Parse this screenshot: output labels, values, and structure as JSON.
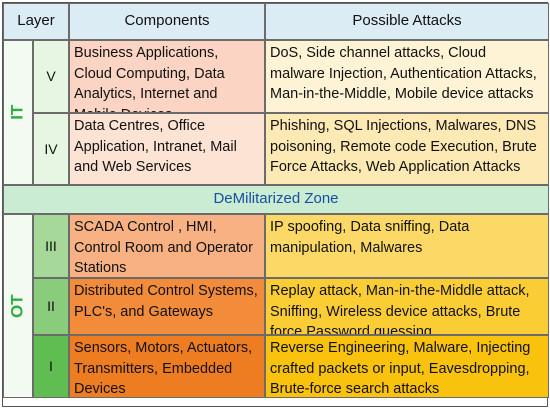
{
  "header": {
    "layer": "Layer",
    "components": "Components",
    "attacks": "Possible Attacks"
  },
  "groups": {
    "it": "IT",
    "ot": "OT"
  },
  "dmz": "DeMilitarized Zone",
  "rows": [
    {
      "layer": "V",
      "components": "Business Applications, Cloud Computing, Data Analytics, Internet and Mobile Devices",
      "attacks": "DoS, Side channel attacks, Cloud malware Injection, Authentication Attacks, Man-in-the-Middle, Mobile device attacks"
    },
    {
      "layer": "IV",
      "components": "Data Centres, Office Application, Intranet, Mail and Web Services",
      "attacks": "Phishing, SQL Injections, Malwares, DNS poisoning, Remote code Execution, Brute Force Attacks, Web Application Attacks"
    },
    {
      "layer": "III",
      "components": "SCADA Control , HMI, Control Room and Operator Stations",
      "attacks": "IP spoofing, Data sniffing, Data manipulation, Malwares"
    },
    {
      "layer": "II",
      "components": "Distributed Control Systems, PLC's, and Gateways",
      "attacks": "Replay attack, Man-in-the-Middle attack, Sniffing, Wireless device attacks, Brute force Password guessing"
    },
    {
      "layer": "I",
      "components": "Sensors, Motors, Actuators, Transmitters, Embedded Devices",
      "attacks": "Reverse Engineering, Malware, Injecting crafted packets or input, Eavesdropping, Brute-force search attacks"
    }
  ]
}
